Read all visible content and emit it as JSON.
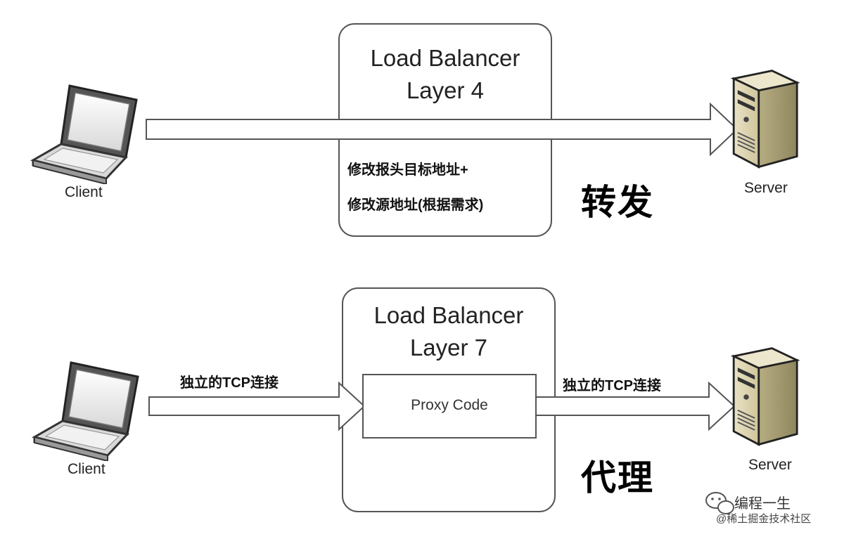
{
  "top": {
    "box_title_line1": "Load Balancer",
    "box_title_line2": "Layer 4",
    "note_line1": "修改报头目标地址+",
    "note_line2": "修改源地址(根据需求)",
    "mode_label": "转发",
    "client_label": "Client",
    "server_label": "Server"
  },
  "bottom": {
    "box_title_line1": "Load Balancer",
    "box_title_line2": "Layer 7",
    "proxy_label": "Proxy Code",
    "left_connection": "独立的TCP连接",
    "right_connection": "独立的TCP连接",
    "mode_label": "代理",
    "client_label": "Client",
    "server_label": "Server"
  },
  "watermark": {
    "name": "编程一生",
    "community": "@稀土掘金技术社区"
  },
  "icons": [
    "laptop-icon",
    "server-icon",
    "wechat-icon"
  ]
}
